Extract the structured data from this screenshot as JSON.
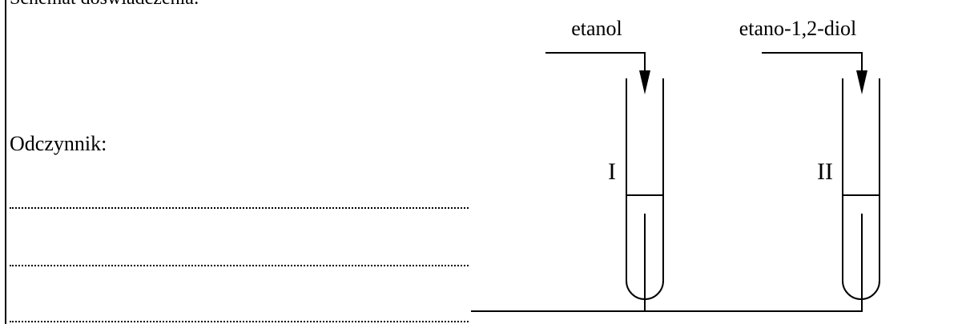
{
  "header": {
    "text": "Schemat doświadczenia:"
  },
  "left_panel": {
    "reagent_label": "Odczynnik:",
    "answer_lines": [
      "...............................................................",
      "...............................................................",
      "..............................................................."
    ]
  },
  "diagram": {
    "tubes": [
      {
        "number": "I",
        "substance": "etanol"
      },
      {
        "number": "II",
        "substance": "etano-1,2-diol"
      }
    ]
  }
}
